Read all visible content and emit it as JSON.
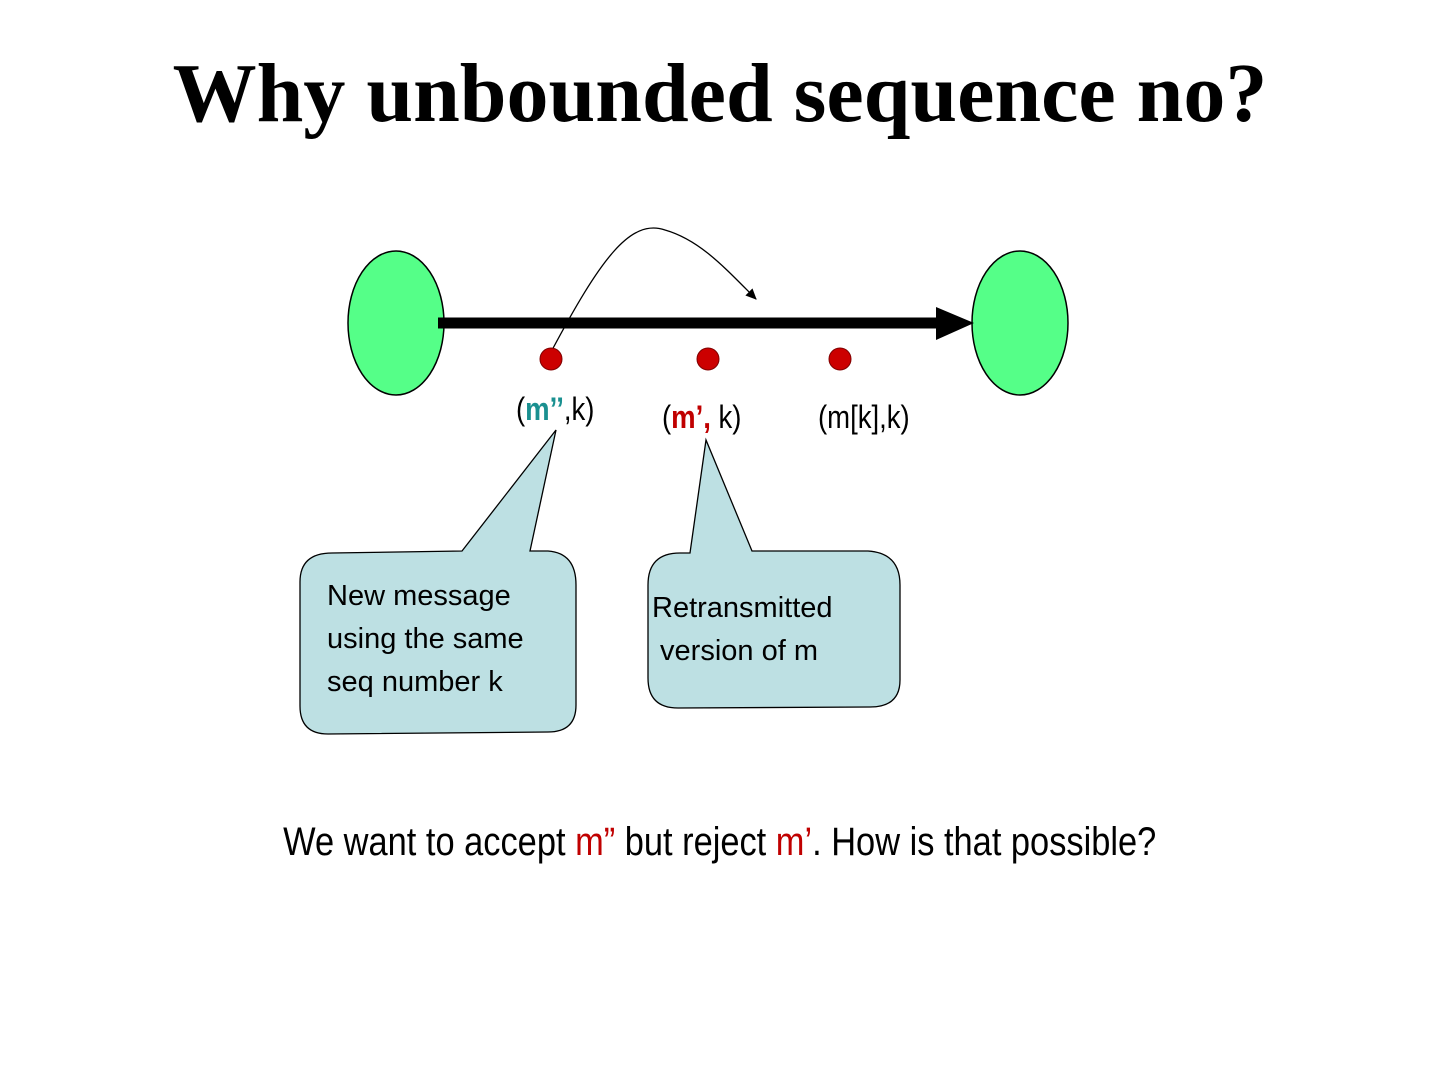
{
  "title": "Why unbounded sequence no?",
  "colors": {
    "node_fill": "#55ff88",
    "packet_fill": "#cc0000",
    "callout_fill": "#bde0e3",
    "teal_text": "#1a9090",
    "red_text": "#c00000"
  },
  "packets": {
    "p1": {
      "open": "(",
      "msg": "m’’",
      "rest": ",k)"
    },
    "p2": {
      "open": "(",
      "msg": "m’,",
      "rest": " k)"
    },
    "p3": {
      "label": "(m[k],k)"
    }
  },
  "callouts": {
    "new_message": [
      "New message",
      "using the same",
      "seq number k"
    ],
    "retransmitted": [
      "Retransmitted",
      " version of m"
    ]
  },
  "bottom": {
    "part1": "We want to accept ",
    "m_double": "m”",
    "part2": " but reject ",
    "m_single": "m’",
    "part3": ". How is that possible?"
  }
}
